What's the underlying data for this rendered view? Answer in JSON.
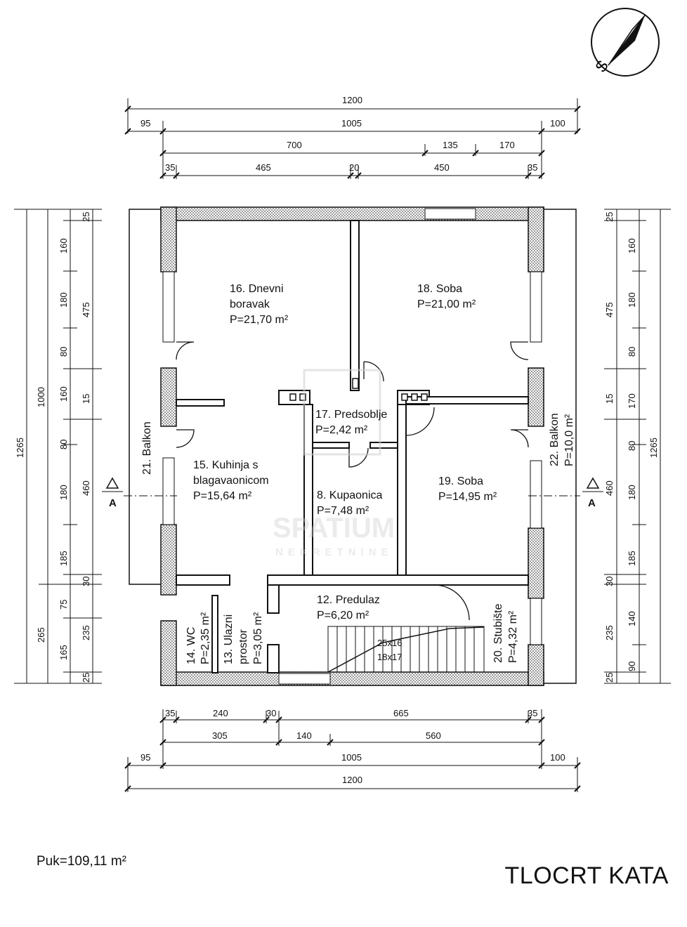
{
  "compass": {
    "label": "S"
  },
  "dimensions": {
    "top_total": "1200",
    "top_row2": [
      "95",
      "1005",
      "100"
    ],
    "top_row3": [
      "700",
      "135",
      "170"
    ],
    "top_row4": [
      "35",
      "465",
      "20",
      "450",
      "35"
    ],
    "bottom_row1": [
      "35",
      "240",
      "30",
      "665",
      "35"
    ],
    "bottom_row2": [
      "305",
      "140",
      "560"
    ],
    "bottom_row3": [
      "95",
      "1005",
      "100"
    ],
    "bottom_total": "1200",
    "left_outer": "1265",
    "left_mid": "1000",
    "left_mid_lower": "265",
    "left_row3": [
      "25",
      "475",
      "15",
      "460",
      "30",
      "235",
      "25"
    ],
    "left_row4": [
      "160",
      "180",
      "80",
      "160",
      "80",
      "180",
      "185",
      "75",
      "165"
    ],
    "right_row1": [
      "25",
      "475",
      "15",
      "460",
      "30",
      "235",
      "25"
    ],
    "right_row2": [
      "160",
      "180",
      "80",
      "170",
      "80",
      "180",
      "185",
      "140",
      "90"
    ],
    "right_outer": "1265"
  },
  "section_marks": {
    "left": "A",
    "right": "A"
  },
  "rooms": {
    "r16": {
      "line1": "16. Dnevni",
      "line2": "boravak",
      "area": "P=21,70 m²"
    },
    "r18": {
      "name": "18. Soba",
      "area": "P=21,00 m²"
    },
    "r17": {
      "name": "17. Predsoblje",
      "area": "P=2,42 m²"
    },
    "r15": {
      "line1": "15. Kuhinja s",
      "line2": "blagavaonicom",
      "area": "P=15,64 m²"
    },
    "r8": {
      "name": "8. Kupaonica",
      "area": "P=7,48 m²"
    },
    "r19": {
      "name": "19. Soba",
      "area": "P=14,95 m²"
    },
    "r12": {
      "name": "12. Predulaz",
      "area": "P=6,20 m²"
    },
    "r14": {
      "name": "14. WC",
      "area": "P=2,35 m²"
    },
    "r13": {
      "line1": "13. Ulazni",
      "line2": "prostor",
      "area": "P=3,05 m²"
    },
    "r20": {
      "name": "20. Stubište",
      "area": "P=4,32 m²"
    },
    "r21": {
      "name": "21. Balkon"
    },
    "r22": {
      "name": "22. Balkon",
      "area": "P=10,0 m²"
    }
  },
  "stairs": {
    "line1": "25x16",
    "line2": "18x17"
  },
  "watermark": {
    "brand": "SPATIUM",
    "sub": "NEKRETNINE"
  },
  "footer": {
    "area": "Puk=109,11 m²",
    "title": "TLOCRT KATA"
  }
}
